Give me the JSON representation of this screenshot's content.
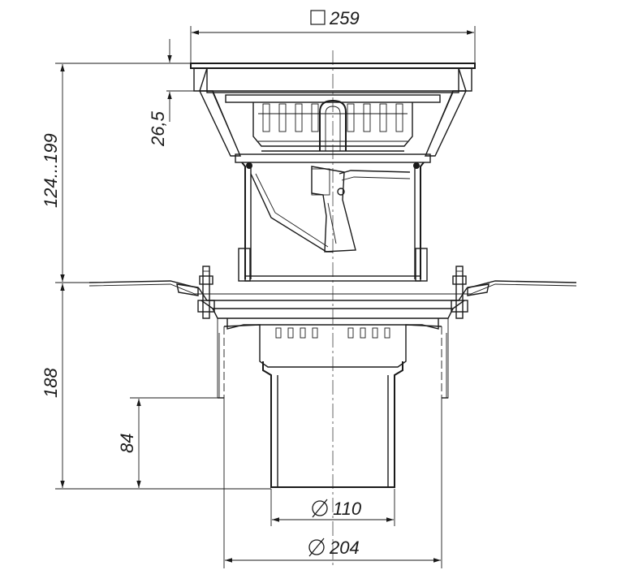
{
  "dimensions": {
    "top_width": "259",
    "grate_depth": "26,5",
    "upper_height": "124...199",
    "lower_height": "188",
    "outlet_length": "84",
    "outlet_diameter": "110",
    "body_diameter": "204"
  },
  "colors": {
    "ink": "#1a1a1a",
    "background": "#ffffff"
  }
}
